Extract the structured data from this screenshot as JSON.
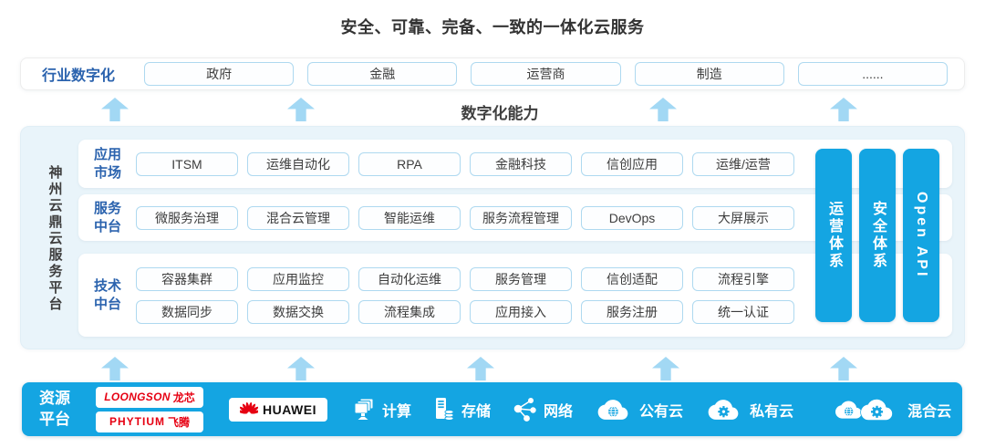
{
  "title": "安全、可靠、完备、一致的一体化云服务",
  "capability_label": "数字化能力",
  "industry": {
    "label": "行业数字化",
    "items": [
      "政府",
      "金融",
      "运营商",
      "制造",
      "......"
    ]
  },
  "platform": {
    "name": "神州云鼎云服务平台",
    "rows": [
      {
        "label": [
          "应用",
          "市场"
        ],
        "items": [
          "ITSM",
          "运维自动化",
          "RPA",
          "金融科技",
          "信创应用",
          "运维/运营"
        ]
      },
      {
        "label": [
          "服务",
          "中台"
        ],
        "items": [
          "微服务治理",
          "混合云管理",
          "智能运维",
          "服务流程管理",
          "DevOps",
          "大屏展示"
        ]
      },
      {
        "label": [
          "技术",
          "中台"
        ],
        "items_a": [
          "容器集群",
          "应用监控",
          "自动化运维",
          "服务管理",
          "信创适配",
          "流程引擎"
        ],
        "items_b": [
          "数据同步",
          "数据交换",
          "流程集成",
          "应用接入",
          "服务注册",
          "统一认证"
        ]
      }
    ],
    "pillars": [
      "运营体系",
      "安全体系",
      "Open API"
    ]
  },
  "resources": {
    "label": [
      "资源",
      "平台"
    ],
    "vendors": {
      "loongson": {
        "en": "LOONGSON",
        "cn": "龙芯"
      },
      "phytium": {
        "en": "PHYTIUM",
        "cn": "飞腾"
      },
      "huawei": "HUAWEI"
    },
    "items": [
      {
        "icon": "compute-icon",
        "label": "计算"
      },
      {
        "icon": "storage-icon",
        "label": "存储"
      },
      {
        "icon": "network-icon",
        "label": "网络"
      },
      {
        "icon": "public-cloud-icon",
        "label": "公有云"
      },
      {
        "icon": "private-cloud-icon",
        "label": "私有云"
      },
      {
        "icon": "hybrid-cloud-icon",
        "label": "混合云"
      }
    ]
  },
  "colors": {
    "accent_blue": "#14a5e2",
    "arrow_blue": "#a2d8f4",
    "chip_border": "#aed9f0",
    "label_blue": "#2b63ae",
    "panel_bg": "#e9f4fa",
    "vendor_red": "#e60012",
    "title_text": "#333333"
  }
}
